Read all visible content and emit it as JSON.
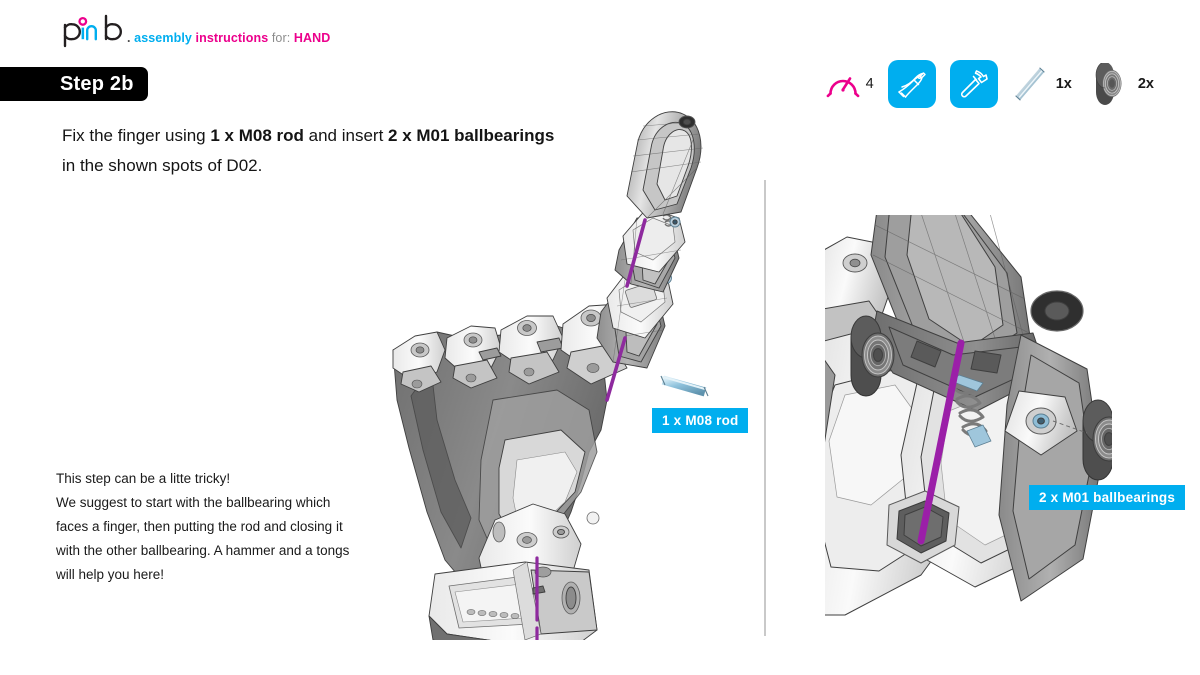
{
  "brand": {
    "logo_text": "pib",
    "logo_icon": "pib-logo",
    "tagline_sep": ".",
    "tagline_word1": "assembly",
    "tagline_word2": "instructions",
    "tagline_for": "for:",
    "tagline_target": "HAND",
    "color_cyan": "#00AEEF",
    "color_magenta": "#EC008C",
    "color_gray": "#8c8c8c"
  },
  "step": {
    "label": "Step 2b"
  },
  "instruction": {
    "part1": "Fix the finger using ",
    "bold1": "1 x M08 rod",
    "part2": " and insert ",
    "bold2": "2 x M01 ballbearings",
    "part3": "in the shown spots of D02."
  },
  "toolbar": {
    "items": [
      {
        "icon": "difficulty-gauge-icon",
        "qty": "4",
        "type": "gauge"
      },
      {
        "icon": "pliers-icon",
        "qty": "",
        "type": "tile"
      },
      {
        "icon": "hammer-icon",
        "qty": "",
        "type": "tile"
      },
      {
        "icon": "rod-icon",
        "qty": "1x",
        "type": "part"
      },
      {
        "icon": "ballbearing-icon",
        "qty": "2x",
        "type": "part"
      }
    ]
  },
  "note": {
    "lines": [
      "This step can be a litte tricky!",
      "We suggest to start with the ballbearing which",
      "faces a finger, then putting the rod and closing it",
      "with the other ballbearing. A hammer and a tongs",
      "will help you here!"
    ]
  },
  "callouts": {
    "rod": "1 x M08 rod",
    "ballbearings": "2 x M01 ballbearings"
  },
  "figures": {
    "main_alt": "robotic-hand-pointing-index-finger-exploded-view",
    "detail_alt": "finger-joint-closeup-with-ballbearings"
  }
}
